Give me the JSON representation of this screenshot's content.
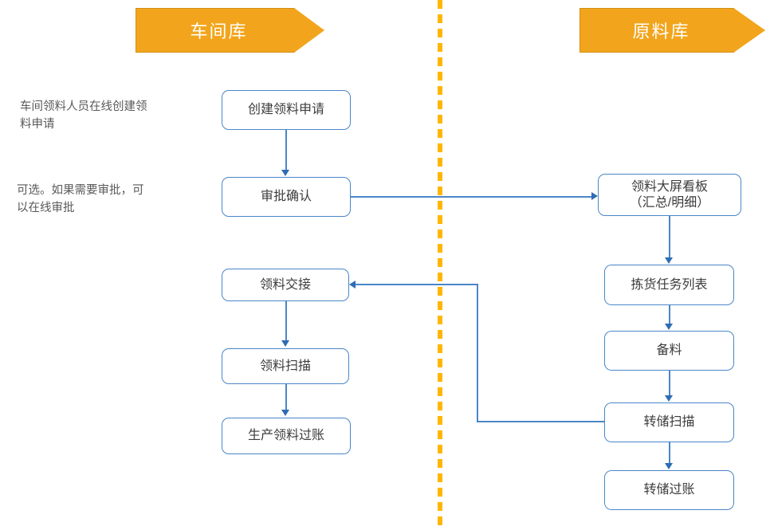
{
  "diagram": {
    "title_left_lane": "车间库",
    "title_right_lane": "原料库",
    "accent_orange": "#F2A51C",
    "divider_orange": "#FFB600",
    "node_border_blue": "#4a86c8",
    "connector_blue": "#2e6db4",
    "text_gray": "#3c3c3c"
  },
  "lanes": [
    {
      "id": "workshop-warehouse",
      "label": "车间库"
    },
    {
      "id": "raw-material-warehouse",
      "label": "原料库"
    }
  ],
  "notes": [
    {
      "id": "note-create-request",
      "text": "车间领料人员在线创建领\n料申请"
    },
    {
      "id": "note-approval",
      "text": "可选。如果需要审批，可\n以在线审批"
    }
  ],
  "nodes": {
    "left_lane": [
      {
        "id": "create-picking-request",
        "label": "创建领料申请"
      },
      {
        "id": "approval-confirm",
        "label": "审批确认"
      },
      {
        "id": "material-handover",
        "label": "领料交接"
      },
      {
        "id": "material-scan",
        "label": "领料扫描"
      },
      {
        "id": "production-issue-posting",
        "label": "生产领料过账"
      }
    ],
    "right_lane": [
      {
        "id": "picking-dashboard",
        "label": "领料大屏看板",
        "label_line2": "（汇总/明细）"
      },
      {
        "id": "picking-task-list",
        "label": "拣货任务列表"
      },
      {
        "id": "material-preparation",
        "label": "备料"
      },
      {
        "id": "transfer-scan",
        "label": "转储扫描"
      },
      {
        "id": "transfer-posting",
        "label": "转储过账"
      }
    ]
  },
  "connections": [
    {
      "from": "create-picking-request",
      "to": "approval-confirm",
      "type": "vertical-arrow"
    },
    {
      "from": "approval-confirm",
      "to": "picking-dashboard",
      "type": "horizontal-arrow-cross-lane"
    },
    {
      "from": "picking-dashboard",
      "to": "picking-task-list",
      "type": "vertical-arrow"
    },
    {
      "from": "picking-task-list",
      "to": "material-preparation",
      "type": "vertical-arrow"
    },
    {
      "from": "material-preparation",
      "to": "transfer-scan",
      "type": "vertical-arrow"
    },
    {
      "from": "transfer-scan",
      "to": "transfer-posting",
      "type": "vertical-arrow"
    },
    {
      "from": "transfer-scan",
      "to": "material-handover",
      "type": "elbow-arrow-cross-lane"
    },
    {
      "from": "material-handover",
      "to": "material-scan",
      "type": "vertical-arrow"
    },
    {
      "from": "material-scan",
      "to": "production-issue-posting",
      "type": "vertical-arrow"
    }
  ]
}
